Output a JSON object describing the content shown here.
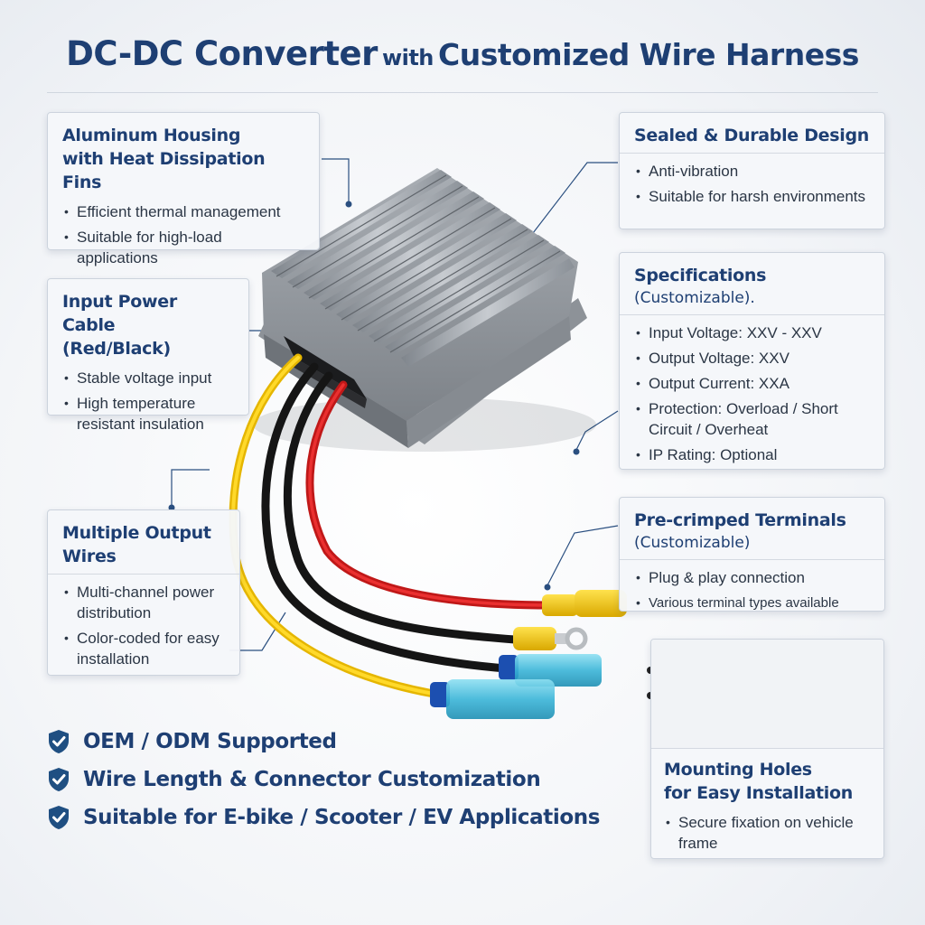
{
  "title": {
    "part1": "DC-DC Converter",
    "part2": "with",
    "part3": "Customized Wire Harness"
  },
  "cards": {
    "aluminum": {
      "title_line1": "Aluminum Housing",
      "title_line2": "with Heat Dissipation Fins",
      "bullets": [
        "Efficient thermal management",
        "Suitable for high-load applications"
      ]
    },
    "input": {
      "title_line1": "Input Power Cable",
      "title_line2": "(Red/Black)",
      "bullets": [
        "Stable voltage input",
        "High temperature resistant insulation"
      ]
    },
    "multiple": {
      "title_line1": "Multiple Output",
      "title_line2": "Wires",
      "bullets": [
        "Multi-channel power distribution",
        "Color-coded for easy installation"
      ]
    },
    "sealed": {
      "title": "Sealed & Durable Design",
      "bullets": [
        "Anti-vibration",
        "Suitable for harsh environments"
      ]
    },
    "specs": {
      "title": "Specifications",
      "subtitle": "(Customizable).",
      "bullets": [
        "Input Voltage:  XXV - XXV",
        "Output Voltage:  XXV",
        "Output Current:  XXA",
        "Protection: Overload / Short Circuit / Overheat",
        "IP Rating: Optional"
      ]
    },
    "terminals": {
      "title": "Pre-crimped Terminals",
      "subtitle": "(Customizable)",
      "bullets": [
        "Plug & play connection",
        "Various terminal types available"
      ]
    },
    "mounting": {
      "title_line1": "Mounting Holes",
      "title_line2": "for Easy Installation",
      "bullets": [
        "Secure fixation on vehicle frame"
      ]
    }
  },
  "features": [
    "OEM / ODM Supported",
    "Wire Length & Connector Customization",
    "Suitable for E-bike / Scooter / EV Applications"
  ],
  "colors": {
    "navy": "#1e3f73",
    "check_icon": "#1f4f82",
    "wire_red": "#d42020",
    "wire_black": "#1a1a1a",
    "wire_yellow": "#f2c200",
    "terminal_blue": "#3ab5d8",
    "housing": "#9ea3a9"
  },
  "icons": [
    "check-shield-icon"
  ]
}
